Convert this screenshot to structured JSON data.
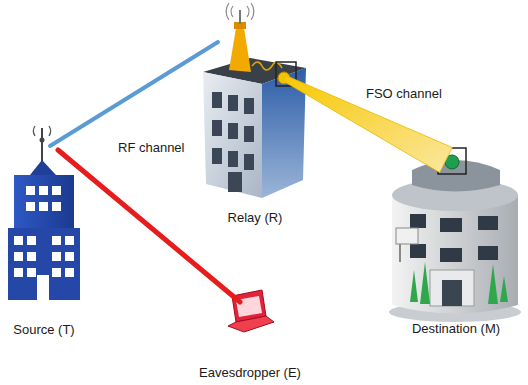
{
  "diagram": {
    "nodes": [
      {
        "text": [
          "Source (T)"
        ]
      },
      {
        "text": [
          "Relay (R)"
        ]
      },
      {
        "text": [
          "Destination (M)"
        ]
      },
      {
        "text": [
          "Eavesdropper (E)"
        ]
      }
    ],
    "edges": [
      {
        "from": 0,
        "to": 1,
        "label": "RF channel",
        "arrow": "none"
      },
      {
        "from": 0,
        "to": 3,
        "arrow": "none"
      },
      {
        "from": 1,
        "to": 2,
        "label": "FSO channel",
        "arrow": "none"
      }
    ]
  }
}
